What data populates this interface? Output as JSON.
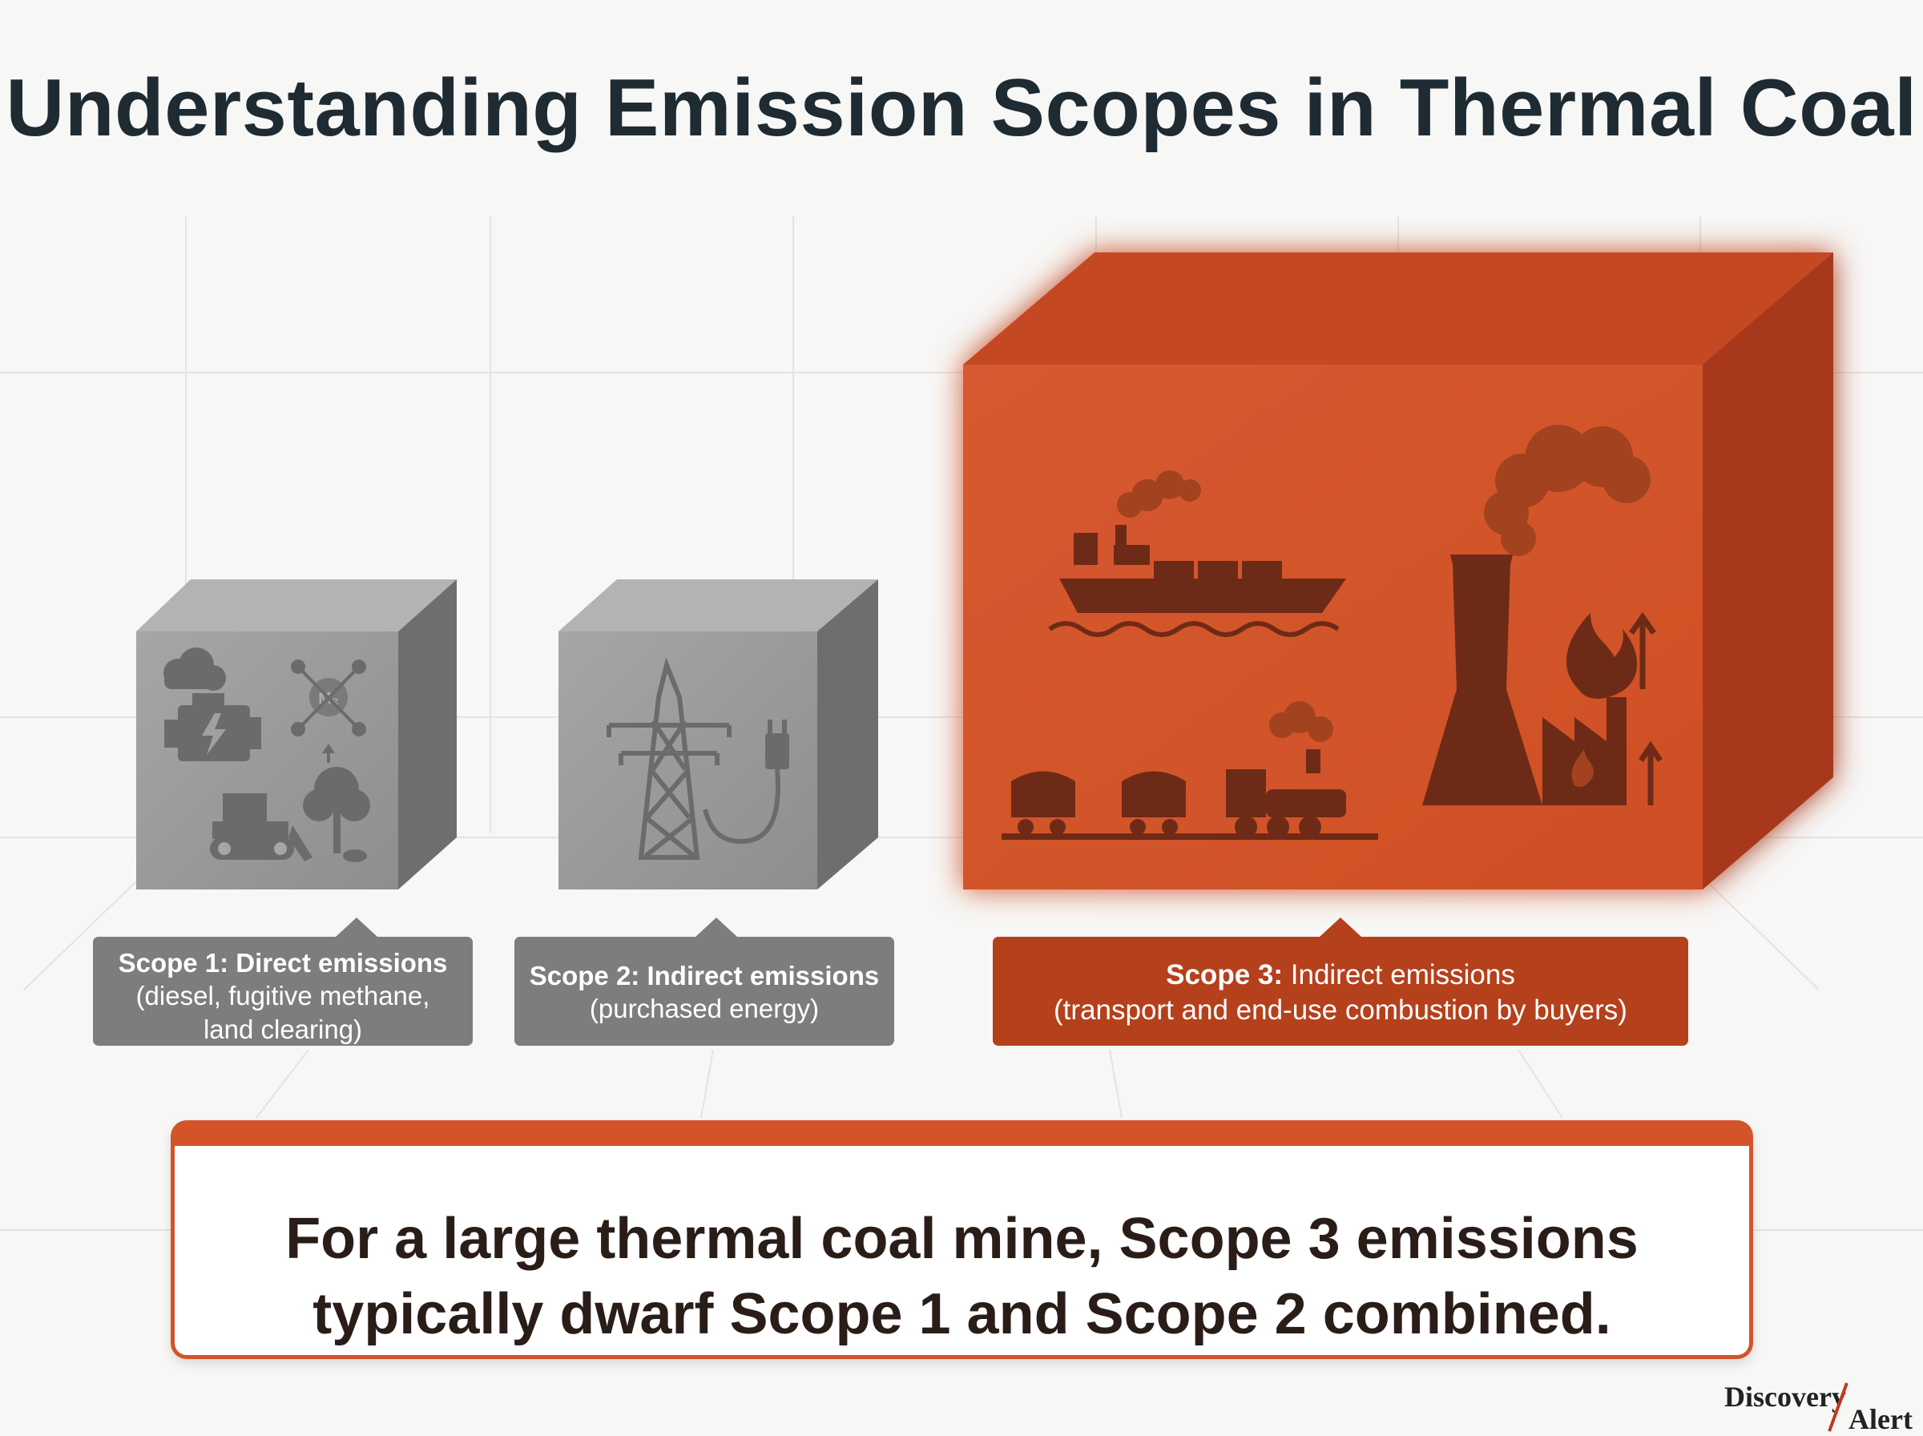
{
  "title": "Understanding Emission Scopes in Thermal Coal",
  "scopes": [
    {
      "heading": "Scope 1: Direct emissions",
      "detail": "(diesel, fugitive methane, land clearing)",
      "detail_line1": "(diesel, fugitive methane,",
      "detail_line2": "land clearing)",
      "icons": [
        "smoke-cloud-icon",
        "engine-icon",
        "methane-molecule-icon",
        "bulldozer-icon",
        "tree-icon"
      ],
      "color": "#8a8a8a"
    },
    {
      "heading": "Scope 2: Indirect emissions",
      "detail": "(purchased energy)",
      "icons": [
        "power-pylon-icon",
        "electric-plug-icon"
      ],
      "color": "#8a8a8a"
    },
    {
      "heading": "Scope 3:",
      "heading_rest": "Indirect emissions",
      "detail": "(transport and end-use combustion by buyers)",
      "icons": [
        "cargo-ship-icon",
        "coal-train-icon",
        "cooling-tower-icon",
        "fire-icon",
        "factory-icon"
      ],
      "color": "#d3542a"
    }
  ],
  "callout": {
    "line1": "For a large thermal coal mine, Scope 3 emissions",
    "line2": "typically dwarf Scope 1 and Scope 2 combined."
  },
  "logo": {
    "word1": "Discovery",
    "word2": "Alert"
  },
  "colors": {
    "accent": "#d3542a",
    "accent_dark": "#b5401c",
    "grey": "#7d7d7d",
    "title": "#1f2b32"
  }
}
